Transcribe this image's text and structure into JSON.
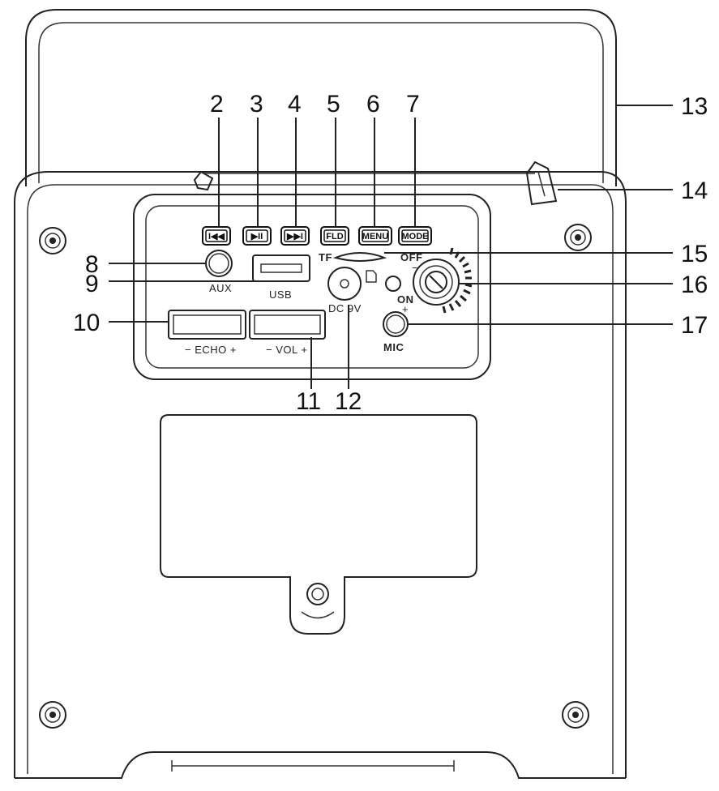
{
  "callouts": {
    "c2": "2",
    "c3": "3",
    "c4": "4",
    "c5": "5",
    "c6": "6",
    "c7": "7",
    "c8": "8",
    "c9": "9",
    "c10": "10",
    "c11": "11",
    "c12": "12",
    "c13": "13",
    "c14": "14",
    "c15": "15",
    "c16": "16",
    "c17": "17"
  },
  "buttons": {
    "prev": "I◀◀",
    "play_pause": "▶II",
    "next": "▶▶I",
    "fld": "FLD",
    "menu": "MENU",
    "mode": "MODE"
  },
  "panel_labels": {
    "aux": "AUX",
    "usb": "USB",
    "tf": "TF",
    "dc": "DC 9V",
    "off": "OFF",
    "minus": "−",
    "on": "ON",
    "plus": "+",
    "mic": "MIC",
    "echo": "− ECHO +",
    "vol": "− VOL +"
  }
}
